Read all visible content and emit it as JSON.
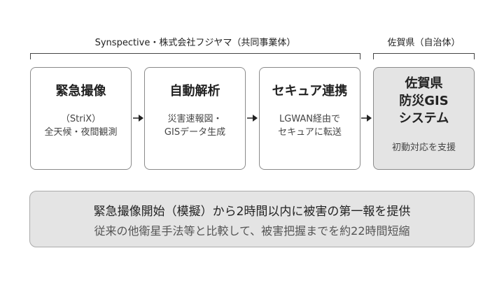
{
  "groups": {
    "operators": "Synspective・株式会社フジヤマ（共同事業体）",
    "government": "佐賀県（自治体）"
  },
  "steps": [
    {
      "title": [
        "緊急撮像"
      ],
      "desc": [
        "（StriX）",
        "全天候・夜間観測"
      ]
    },
    {
      "title": [
        "自動解析"
      ],
      "desc": [
        "災害速報図・",
        "GISデータ生成"
      ]
    },
    {
      "title": [
        "セキュア連携"
      ],
      "desc": [
        "LGWAN経由で",
        "セキュアに転送"
      ]
    },
    {
      "title": [
        "佐賀県",
        "防災GIS",
        "システム"
      ],
      "desc": [
        "初動対応を支援"
      ]
    }
  ],
  "summary": {
    "line1": "緊急撮像開始（模擬）から2時間以内に被害の第一報を提供",
    "line2": "従来の他衛星手法等と比較して、被害把握までを約22時間短縮"
  }
}
